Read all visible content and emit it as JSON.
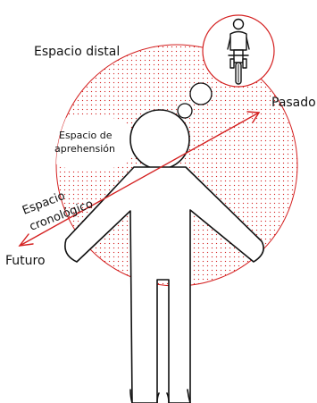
{
  "labels": {
    "distal": "Espacio distal",
    "aprehension_line1": "Espacio de",
    "aprehension_line2": "aprehensión",
    "cronologico_line1": "Espacio",
    "cronologico_line2": "cronológico",
    "pasado": "Pasado",
    "futuro": "Futuro"
  },
  "colors": {
    "accent": "#d42020",
    "outline": "#111111",
    "background": "#ffffff"
  }
}
